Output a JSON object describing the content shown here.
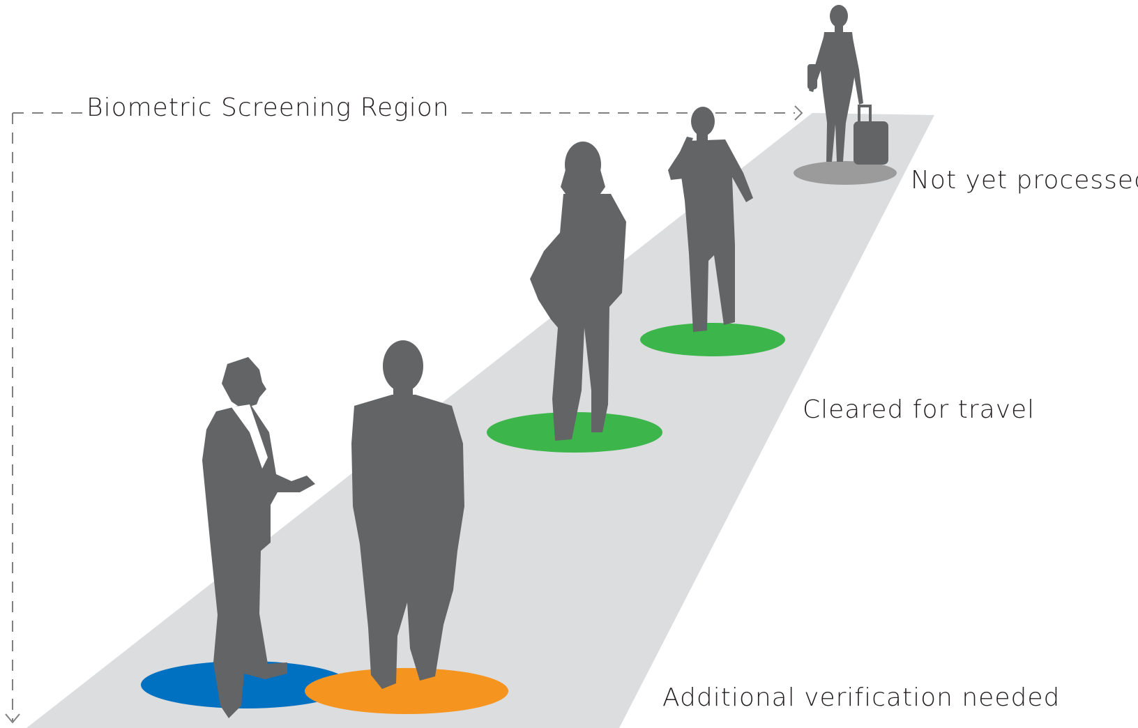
{
  "diagram": {
    "region_title": "Biometric Screening Region",
    "statuses": [
      {
        "id": "not-yet-processed",
        "label": "Not yet processed",
        "marker_colors": [
          "#9b9b9b"
        ]
      },
      {
        "id": "cleared",
        "label": "Cleared for travel",
        "marker_colors": [
          "#3cb64b"
        ]
      },
      {
        "id": "additional-verification",
        "label": "Additional verification needed",
        "marker_colors": [
          "#0070c0",
          "#f5941f"
        ]
      }
    ],
    "colors": {
      "walkway": "#dcdddf",
      "silhouette": "#636466",
      "dashed_line": "#808080",
      "text": "#231f20"
    }
  }
}
